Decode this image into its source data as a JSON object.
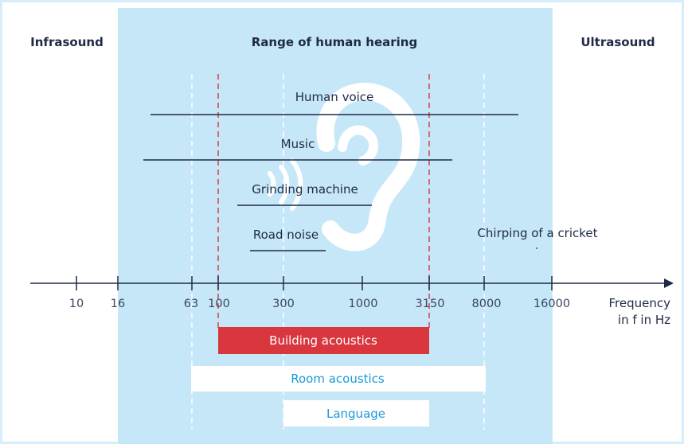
{
  "headers": {
    "infrasound": "Infrasound",
    "human_range": "Range of human hearing",
    "ultrasound": "Ultrasound"
  },
  "sources": [
    {
      "label": "Human voice"
    },
    {
      "label": "Music"
    },
    {
      "label": "Grinding machine"
    },
    {
      "label": "Road noise"
    },
    {
      "label": "Chirping of a cricket"
    }
  ],
  "axis": {
    "ticks": [
      "10",
      "16",
      "63",
      "100",
      "300",
      "1000",
      "3150",
      "8000",
      "16000"
    ],
    "label_line1": "Frequency",
    "label_line2": "in f in Hz"
  },
  "bands": [
    {
      "label": "Building acoustics"
    },
    {
      "label": "Room acoustics"
    },
    {
      "label": "Language"
    }
  ],
  "colors": {
    "hearing_range": "#c6e7f8",
    "frame": "#d6eef9",
    "axis": "#1f2a44",
    "building": "#d9363e",
    "room_text": "#1a9ad6",
    "language_text": "#1a9ad6"
  },
  "icons": {
    "center": "ear-icon"
  }
}
